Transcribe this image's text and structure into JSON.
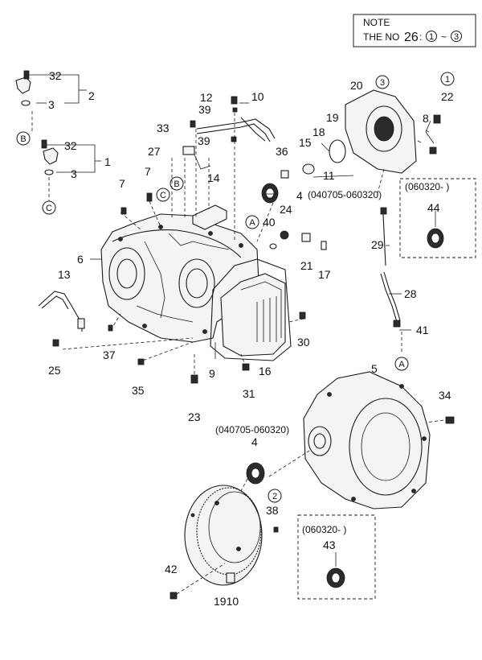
{
  "note": {
    "heading": "NOTE",
    "prefix": "THE NO",
    "number": "26",
    "range_start": "1",
    "range_sep": "~",
    "range_end": "3"
  },
  "part_numbers": {
    "p1": "1",
    "p2": "2",
    "p3a": "3",
    "p3b": "3",
    "p4a": "4",
    "p4b": "4",
    "p5": "5",
    "p6": "6",
    "p7a": "7",
    "p7b": "7",
    "p8": "8",
    "p9": "9",
    "p10": "10",
    "p11": "11",
    "p12": "12",
    "p13": "13",
    "p14": "14",
    "p15": "15",
    "p16": "16",
    "p17": "17",
    "p18": "18",
    "p19": "19",
    "p20": "20",
    "p21": "21",
    "p22": "22",
    "p23": "23",
    "p24": "24",
    "p25": "25",
    "p27": "27",
    "p28": "28",
    "p29": "29",
    "p30": "30",
    "p31": "31",
    "p32a": "32",
    "p32b": "32",
    "p33": "33",
    "p34": "34",
    "p35": "35",
    "p36": "36",
    "p37": "37",
    "p38": "38",
    "p39a": "39",
    "p39b": "39",
    "p40": "40",
    "p41": "41",
    "p42": "42",
    "p43": "43",
    "p44": "44",
    "p1910": "1910"
  },
  "circle_labels": {
    "b_top": "B",
    "c_left": "C",
    "c_mid": "C",
    "b_mid": "B",
    "a_mid": "A",
    "a_right": "A",
    "n1": "1",
    "n2": "2",
    "n3": "3"
  },
  "date_codes": {
    "seal_upper": "(040705-060320)",
    "seal_lower": "(040705-060320)",
    "box_upper": "(060320- )",
    "box_lower": "(060320- )"
  }
}
